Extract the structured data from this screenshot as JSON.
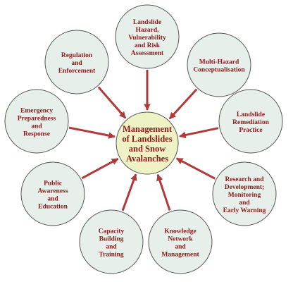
{
  "colors": {
    "node_fill": "#e6efea",
    "center_fill": "#eef2c4",
    "outline": "#555555",
    "arrow": "#b03a3a",
    "text": "#8b1a1a"
  },
  "center": {
    "lines": [
      "Management",
      "of Landslides",
      "and Snow",
      "Avalanches"
    ]
  },
  "nodes": [
    {
      "id": "landslide-hazard-assessment",
      "lines": [
        "Landslide",
        "Hazard,",
        "Vulnerability",
        "and Risk",
        "Assessment"
      ]
    },
    {
      "id": "multi-hazard-conceptualisation",
      "lines": [
        "Multi-Hazard",
        "Conceptualisation"
      ]
    },
    {
      "id": "landslide-remediation-practice",
      "lines": [
        "Landslide",
        "Remediation",
        "Practice"
      ]
    },
    {
      "id": "research-development-monitoring",
      "lines": [
        "Research and",
        "Development;",
        "Monitoring",
        "and",
        "Early Warning"
      ]
    },
    {
      "id": "knowledge-network-management",
      "lines": [
        "Knowledge",
        "Network",
        "and",
        "Management"
      ]
    },
    {
      "id": "capacity-building-training",
      "lines": [
        "Capacity",
        "Building",
        "and",
        "Training"
      ]
    },
    {
      "id": "public-awareness-education",
      "lines": [
        "Public",
        "Awareness",
        "and",
        "Education"
      ]
    },
    {
      "id": "emergency-preparedness-response",
      "lines": [
        "Emergency",
        "Preparedness",
        "and",
        "Response"
      ]
    },
    {
      "id": "regulation-enforcement",
      "lines": [
        "Regulation",
        "and",
        "Enforcement"
      ]
    }
  ]
}
